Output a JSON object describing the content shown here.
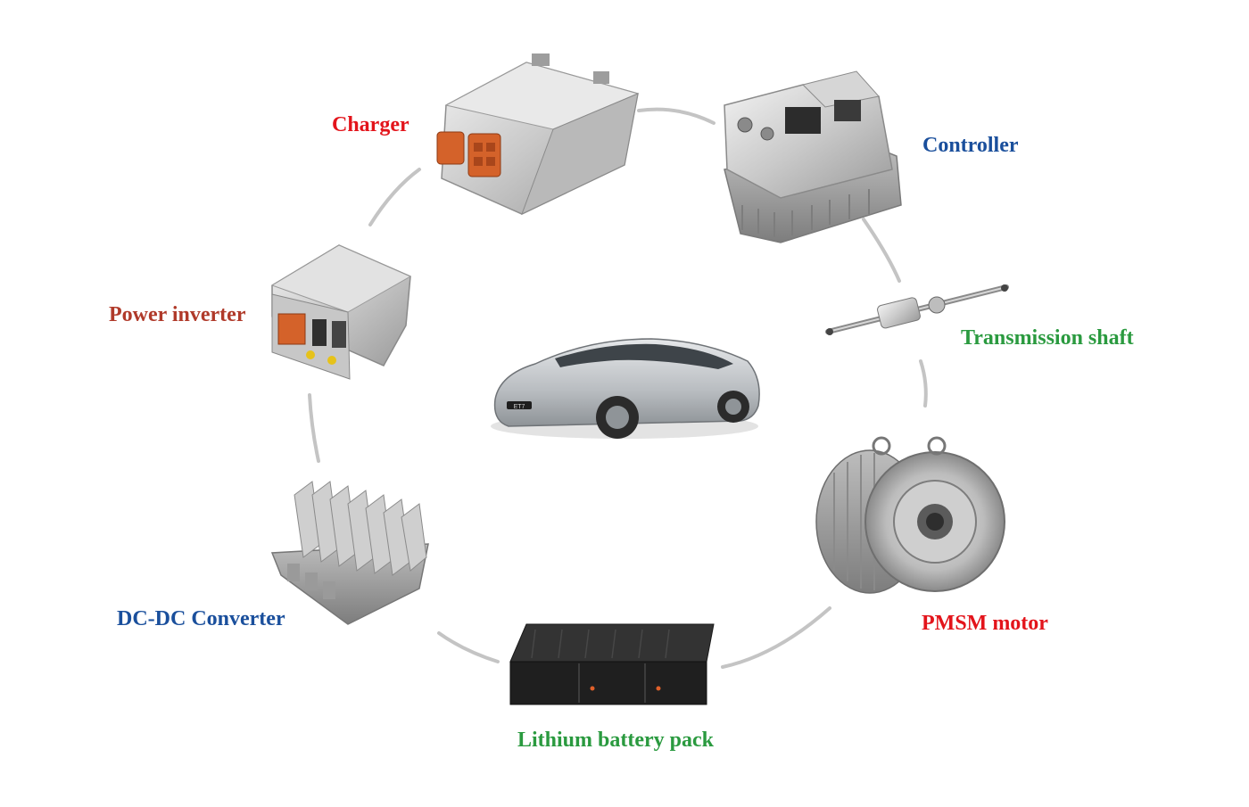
{
  "colors": {
    "red": "#e3141b",
    "brown": "#b03a2a",
    "blue": "#1a4f9c",
    "green": "#2a9a3f",
    "ring": "#c4c4c4"
  },
  "center": {
    "name": "car",
    "badge": "ET7"
  },
  "components": [
    {
      "id": "charger",
      "label": "Charger",
      "color": "red",
      "icon": "charger-icon"
    },
    {
      "id": "controller",
      "label": "Controller",
      "color": "blue",
      "icon": "controller-icon"
    },
    {
      "id": "transmission",
      "label": "Transmission shaft",
      "color": "green",
      "icon": "transmission-shaft-icon"
    },
    {
      "id": "pmsm",
      "label": "PMSM motor",
      "color": "red",
      "icon": "motor-icon"
    },
    {
      "id": "battery",
      "label": "Lithium battery pack",
      "color": "green",
      "icon": "battery-pack-icon"
    },
    {
      "id": "dcdc",
      "label": "DC-DC Converter",
      "color": "blue",
      "icon": "dc-dc-converter-icon"
    },
    {
      "id": "inverter",
      "label": "Power inverter",
      "color": "brown",
      "icon": "power-inverter-icon"
    }
  ]
}
